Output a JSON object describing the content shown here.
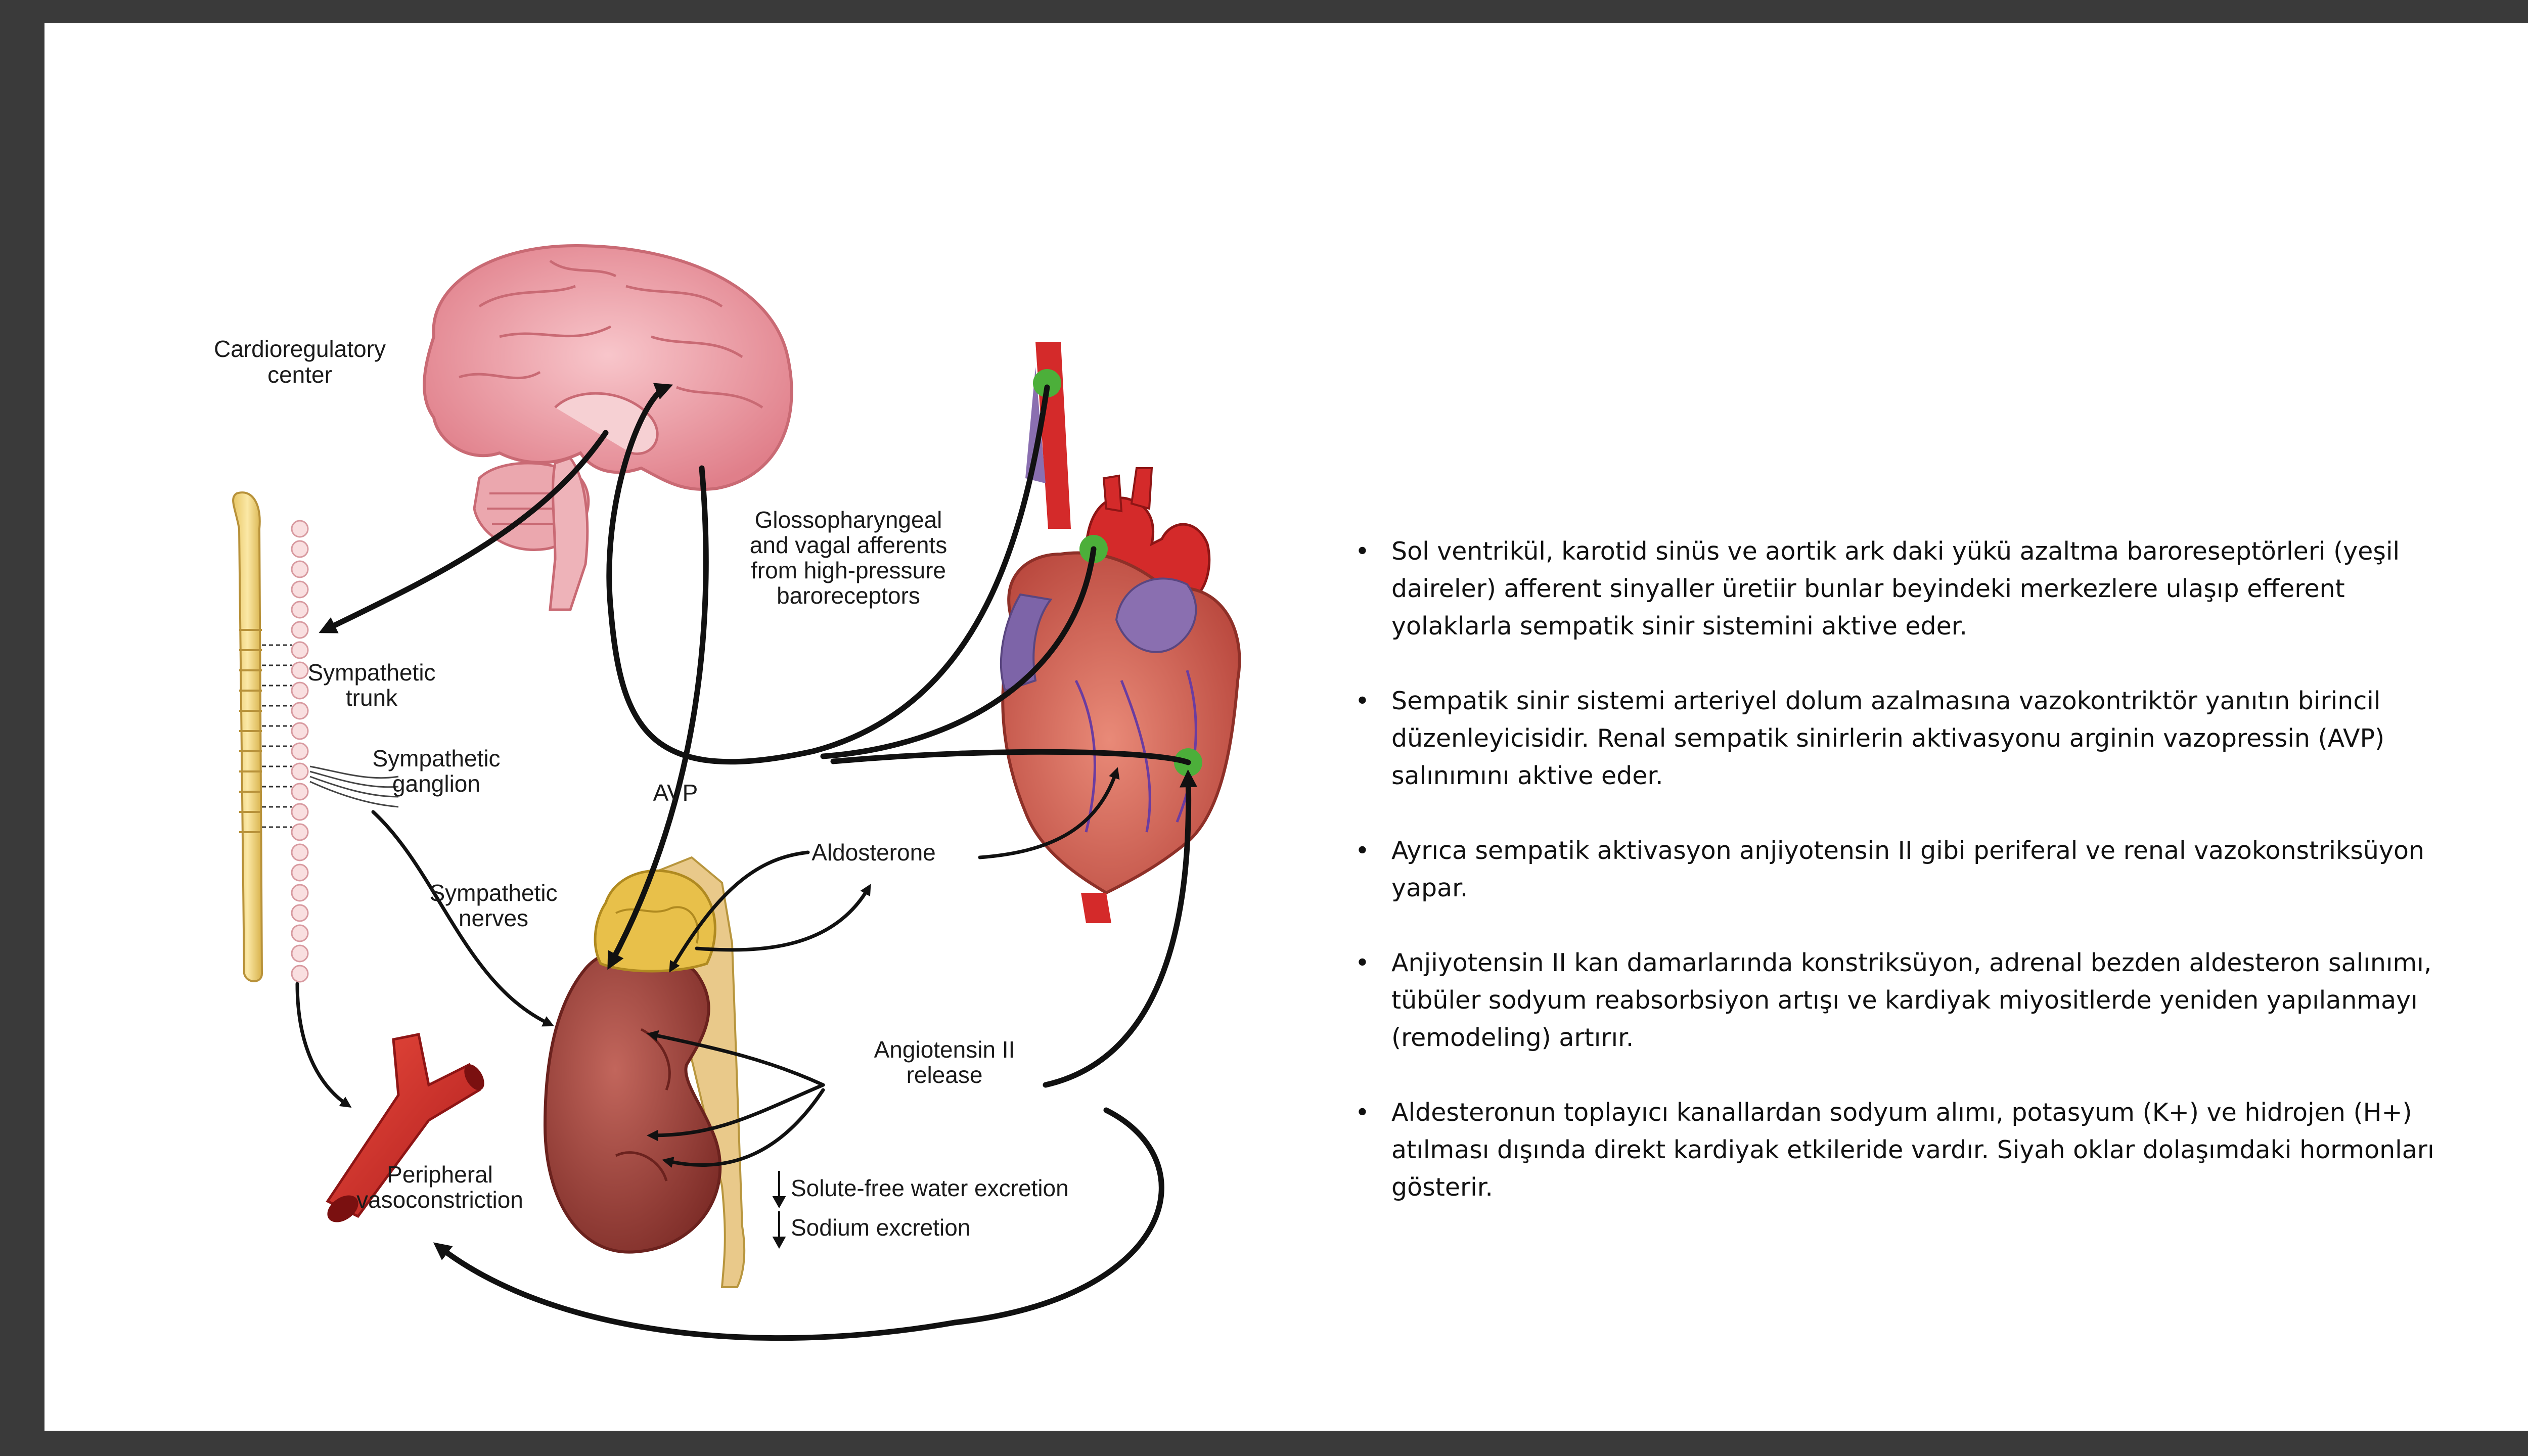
{
  "diagram": {
    "labels": {
      "cardioregulatory_line1": "Cardioregulatory",
      "cardioregulatory_line2": "center",
      "glosso_line1": "Glossopharyngeal",
      "glosso_line2": "and vagal afferents",
      "glosso_line3": "from high-pressure",
      "glosso_line4": "baroreceptors",
      "sympathetic_trunk_line1": "Sympathetic",
      "sympathetic_trunk_line2": "trunk",
      "sympathetic_ganglion_line1": "Sympathetic",
      "sympathetic_ganglion_line2": "ganglion",
      "avp": "AVP",
      "aldosterone": "Aldosterone",
      "sympathetic_nerves_line1": "Sympathetic",
      "sympathetic_nerves_line2": "nerves",
      "angiotensin_line1": "Angiotensin II",
      "angiotensin_line2": "release",
      "peripheral_line1": "Peripheral",
      "peripheral_line2": "vasoconstriction",
      "solute_free": "Solute-free water excretion",
      "sodium": "Sodium excretion"
    },
    "colors": {
      "baroreceptor": "#4caf3a",
      "brain": "#f2a0a8",
      "vessel": "#d42a2a",
      "kidney": "#9e3f38",
      "adrenal": "#e8c04a",
      "spine": "#f0d98a"
    }
  },
  "bullets": [
    {
      "line1": "Sol ventrikül, karotid sinüs ve aortik ark daki yükü azaltma baroreseptörleri (yeşil",
      "line2": "daireler)  afferent sinyaller üretiir bunlar  beyindeki merkezlere ulaşıp efferent",
      "line3": "yolaklarla sempatik sinir sistemini aktive eder."
    },
    {
      "line1": "Sempatik sinir sistemi arteriyel dolum azalmasına vazokontriktör yanıtın birincil",
      "line2": "düzenleyicisidir. Renal sempatik sinirlerin aktivasyonu arginin vazopressin (AVP)",
      "line3": "salınımını aktive eder."
    },
    {
      "line1": "Ayrıca sempatik aktivasyon anjiyotensin II gibi periferal ve renal vazokonstriksüyon",
      "line2": "yapar."
    },
    {
      "line1": "Anjiyotensin II kan damarlarında konstriksüyon, adrenal bezden aldesteron salınımı,",
      "line2": "tübüler sodyum reabsorbsiyon artışı ve kardiyak miyositlerde yeniden yapılanmayı",
      "line3": "(remodeling) artırır."
    },
    {
      "line1": "Aldesteronun toplayıcı kanallardan sodyum alımı, potasyum (K+) ve hidrojen (H+)",
      "line2": "atılması dışında direkt kardiyak etkileride vardır. Siyah oklar dolaşımdaki hormonları",
      "line3": "gösterir."
    }
  ]
}
